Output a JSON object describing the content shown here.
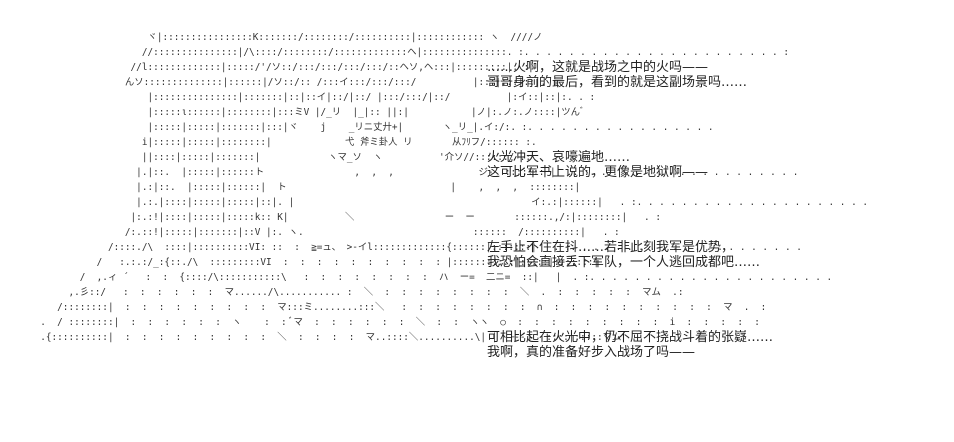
{
  "art": {
    "lines": [
      "                        ヾ|::::::::::::::::K:::::::/::::::::/::::::::::|:::::::::::: ヽ  ////ノ",
      "                       //:::::::::::::::|/\\::::/::::::::/:::::::::::::ヘ|:::::::::::::::. :. . . . . . . . . . . . . . . . . . . . . . . :",
      "                     //l:::::::::::::|:::::/'/ソ::/:::/:::/:::/:::/::ヘソ,ヘ:::|:::::::::|. :",
      "                    んソ::::::::::::::|::::::|/ソ::/:: /:::イ:::/:::/:::/          |:::|:::|::|. :",
      "                        |:::::::::::::::|:::::::|::|::イ|::/|::/ |:::/:::/|::/          |:イ::|::|:. . :",
      "                        |:::::ι::::::|::::::::|:::ミV |/_リ  |_|:: ||:|           |ノ|:.ノ:.ノ::::|ツんﾞ",
      "                        |:::::|:::::|:::::::|:::|ヾ    j    _リニ丈廾+|       ヽ_リ_|.イ:/:. :. . . . . . . . . . . . . . . . .",
      "                       i|:::::|:::::|::::::::|             弋 斧ミ卦人 リ       从ﾌﾘフ/:::::: :.",
      "                       ||::::|:::::|:::::::|            ヽマ_ソ  ヽ          '介ソ//::::::/ .:",
      "                      |.|::.  |:::::|::::::ト                ,  ,  ,               ジ-´ ::::::: |   . :. . . . . . . . . . . . . . . . . . .",
      "                      |.:|::.  |:::::|::::::|  ト                             |    ,  ,  ,  ::::::::|",
      "                      |.:.|::::|:::::|:::::|::|. |                                          イ:.:|::::::|   . :. . . . . . . . . . . . . . . . . . . . .",
      "                     |:.:!|::::|:::::|:::::k:: K|          ＼                ー  ー       ::::::.,/:|::::::::|   . :",
      "                    /:.::!|:::::|:::::::|::V |:. ヽ.                              ::::::  /::::::::::|   . :",
      "                 /::::./\\  ::::|::::::::::VI: ::  :  ≧=ュ、 >-イl:::::::::::::{::::::|:::::::|   . :. . . . . . . . . . . . . . . . . . . . .",
      "               /   :.:.:/_:{::./\\  :::::::::VI  :  :  :  :  :  :  :  :  :  : |:::::::::::|:::::|:::::::|",
      "            /  ,.ィ ´   :  :  {::::/\\:::::::::::\\   :  :  :  :  :  :  :  :  ハ  ー=  二ニ=  ::|   |  . :. . . . . . . . . . . . . . . . . . . . . .",
      "          ,.彡::/   :  :  :  :  :  :  マ....../\\........... :  ＼  :  :  :  :  :  :  :  :  ＼  .  :  :  :  :  :  マム  .:",
      "        /::::::::|  :  :  :  :  :  :  :  :  :  マ:::ミ........:::＼   :  :  :  :  :  :  :  :  ∩  :  :  :  :  :  :  :  :  :  :  マ  .  :",
      "     .  / ::::::::|  :  :  :  :  :  :  ヽ    :  : ﾞマ  :  :  :  :  :  :  ＼  :  :  ヽヽ  ○  :  :  :  :  :  :  :  :  :  i  :  :  :  :  :",
      "     .{::::::::::|  :  :  :  :  :  :  :  :  :  ＼  :  :  :  :  マ..::::＼..........\\| |  └--ヽ  ::::|:::::マム"
    ]
  },
  "dialog": {
    "lines": [
      "",
      "",
      "……火啊，这就是战场之中的火吗——",
      "哥哥身前的最后，看到的就是这副场景吗……",
      "",
      "",
      "",
      "",
      "火光冲天、哀嚎遍地……",
      "这可比军书上说的，更像是地狱啊——",
      "",
      "",
      "",
      "",
      "左手止不住在抖……若非此刻我军是优势，",
      "我恐怕会直接丢下军队，一个人逃回成都吧……",
      "",
      "",
      "",
      "",
      "可相比起在火光中，仍不屈不挠战斗着的张嶷……",
      "我啊，真的准备好步入战场了吗——",
      ""
    ]
  }
}
